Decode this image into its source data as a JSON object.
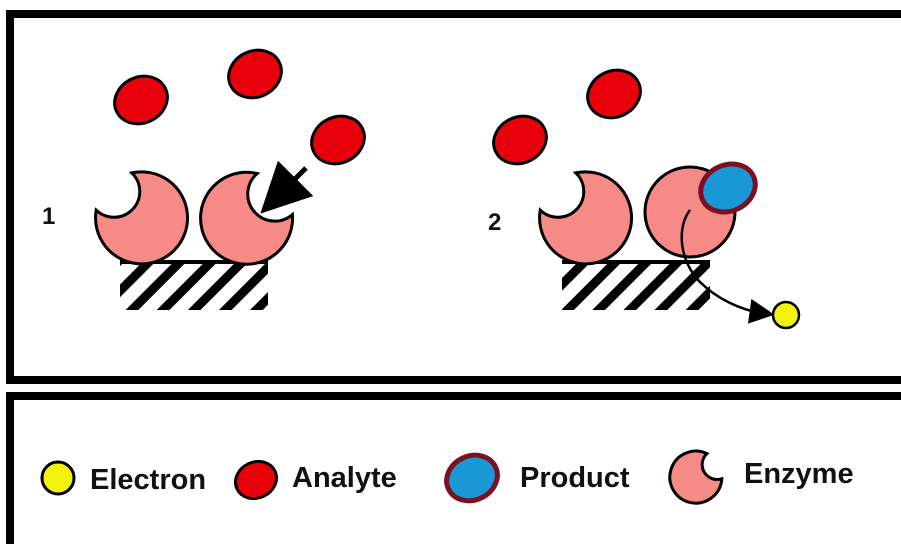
{
  "panels": [
    {
      "step_label": "1",
      "state": "analyte approaching enzyme"
    },
    {
      "step_label": "2",
      "state": "product formed, electron released"
    }
  ],
  "legend": {
    "items": [
      {
        "label": "Electron",
        "icon": "electron-icon"
      },
      {
        "label": "Analyte",
        "icon": "analyte-icon"
      },
      {
        "label": "Product",
        "icon": "product-icon"
      },
      {
        "label": "Enzyme",
        "icon": "enzyme-icon"
      }
    ]
  },
  "colors": {
    "analyte": "#e8000a",
    "enzyme": "#f58a86",
    "product": "#1a98d6",
    "product_outline": "#7a1020",
    "electron": "#f2f20a",
    "frame": "#000000"
  }
}
